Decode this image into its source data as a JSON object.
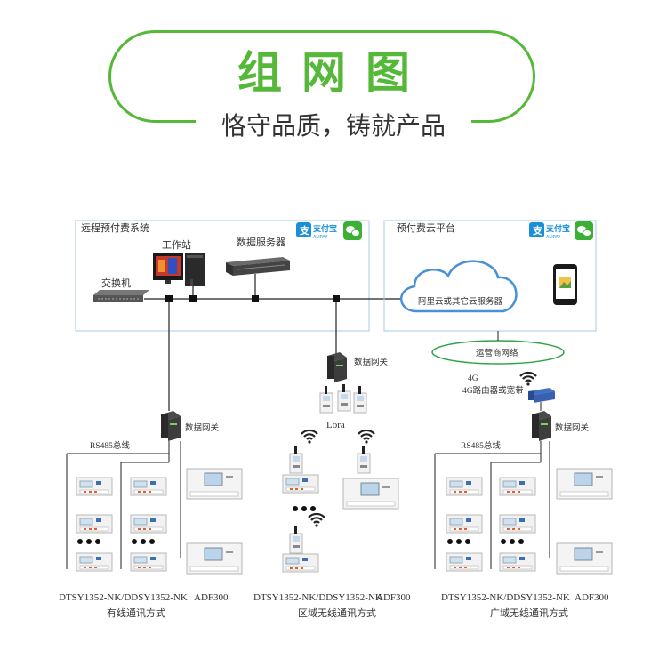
{
  "header": {
    "title": "组网图",
    "subtitle": "恪守品质，铸就产品"
  },
  "left_panel": {
    "title": "远程预付费系统",
    "alipay_label": "支付宝",
    "alipay_sub": "ALIPAY",
    "workstation": "工作站",
    "data_server": "数据服务器",
    "switch": "交换机"
  },
  "right_panel": {
    "title": "预付费云平台",
    "alipay_label": "支付宝",
    "alipay_sub": "ALIPAY",
    "cloud": "阿里云或其它云服务器"
  },
  "network": {
    "operator": "运营商网络",
    "fourg": "4G",
    "router": "4G路由器或宽带",
    "gateway": "数据网关",
    "lora": "Lora",
    "rs485": "RS485总线"
  },
  "groups": [
    {
      "meter_label": "DTSY1352-NK/DDSY1352-NK",
      "adf_label": "ADF300",
      "caption": "有线通讯方式"
    },
    {
      "meter_label": "DTSY1352-NK/DDSY1352-NK",
      "adf_label": "ADF300",
      "caption": "区域无线通讯方式"
    },
    {
      "meter_label": "DTSY1352-NK/DDSY1352-NK",
      "adf_label": "ADF300",
      "caption": "广域无线通讯方式"
    }
  ],
  "colors": {
    "brand_green": "#55b838",
    "panel_border": "#a9c9ea",
    "alipay_blue": "#1a8fd6",
    "wechat_green": "#3cb034"
  }
}
